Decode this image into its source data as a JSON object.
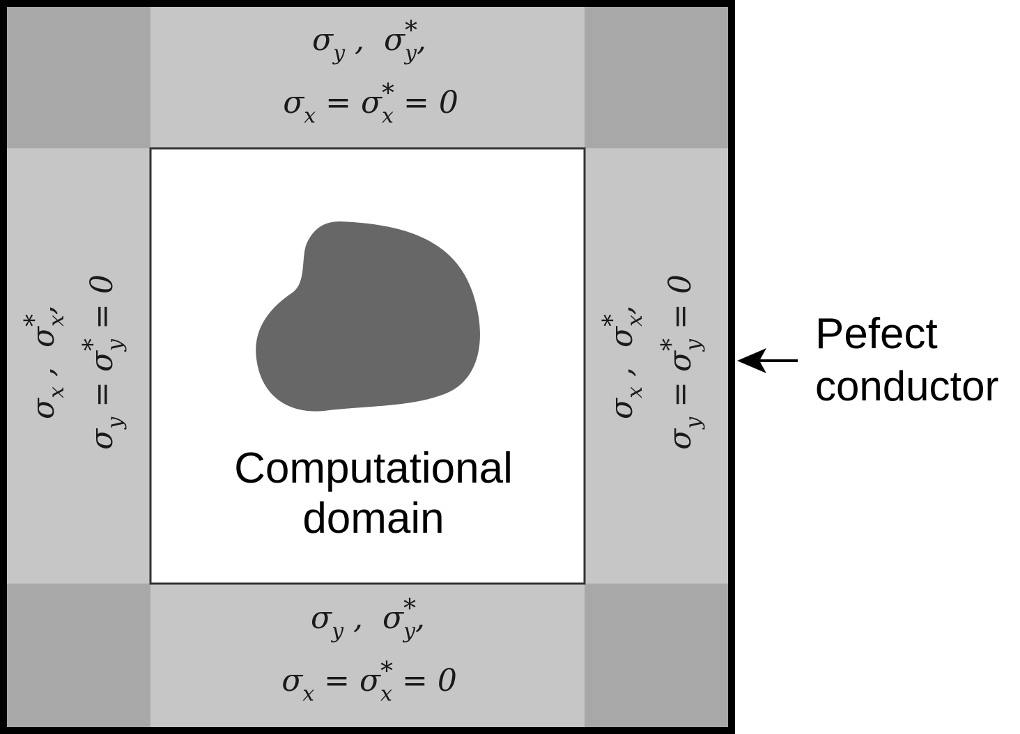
{
  "colors": {
    "corner": "#a8a8a8",
    "edge": "#c6c6c6",
    "domain": "#ffffff",
    "scatterer": "#676767",
    "frame": "#000000"
  },
  "pml": {
    "top": {
      "line1": {
        "a": "σ",
        "a_sub": "y",
        "sep": " ,  ",
        "b": "σ",
        "b_sub": "y",
        "b_sup": "*",
        "end": ","
      },
      "line2": {
        "a": "σ",
        "a_sub": "x",
        "eq1": " = ",
        "b": "σ",
        "b_sub": "x",
        "b_sup": "*",
        "eq2": " = ",
        "zero": "0"
      }
    },
    "bottom": {
      "line1": {
        "a": "σ",
        "a_sub": "y",
        "sep": " ,  ",
        "b": "σ",
        "b_sub": "y",
        "b_sup": "*",
        "end": ","
      },
      "line2": {
        "a": "σ",
        "a_sub": "x",
        "eq1": " = ",
        "b": "σ",
        "b_sub": "x",
        "b_sup": "*",
        "eq2": " = ",
        "zero": "0"
      }
    },
    "left": {
      "line1": {
        "a": "σ",
        "a_sub": "x",
        "sep": " ,  ",
        "b": "σ",
        "b_sub": "x",
        "b_sup": "*",
        "end": ","
      },
      "line2": {
        "a": "σ",
        "a_sub": "y",
        "eq1": " = ",
        "b": "σ",
        "b_sub": "y",
        "b_sup": "*",
        "eq2": " = ",
        "zero": "0"
      }
    },
    "right": {
      "line1": {
        "a": "σ",
        "a_sub": "x",
        "sep": " ,  ",
        "b": "σ",
        "b_sub": "x",
        "b_sup": "*",
        "end": ","
      },
      "line2": {
        "a": "σ",
        "a_sub": "y",
        "eq1": " = ",
        "b": "σ",
        "b_sub": "y",
        "b_sup": "*",
        "eq2": " = ",
        "zero": "0"
      }
    }
  },
  "domain_label": {
    "line1": "Computational",
    "line2": "domain"
  },
  "conductor_label": {
    "line1": "Pefect",
    "line2": "conductor"
  }
}
